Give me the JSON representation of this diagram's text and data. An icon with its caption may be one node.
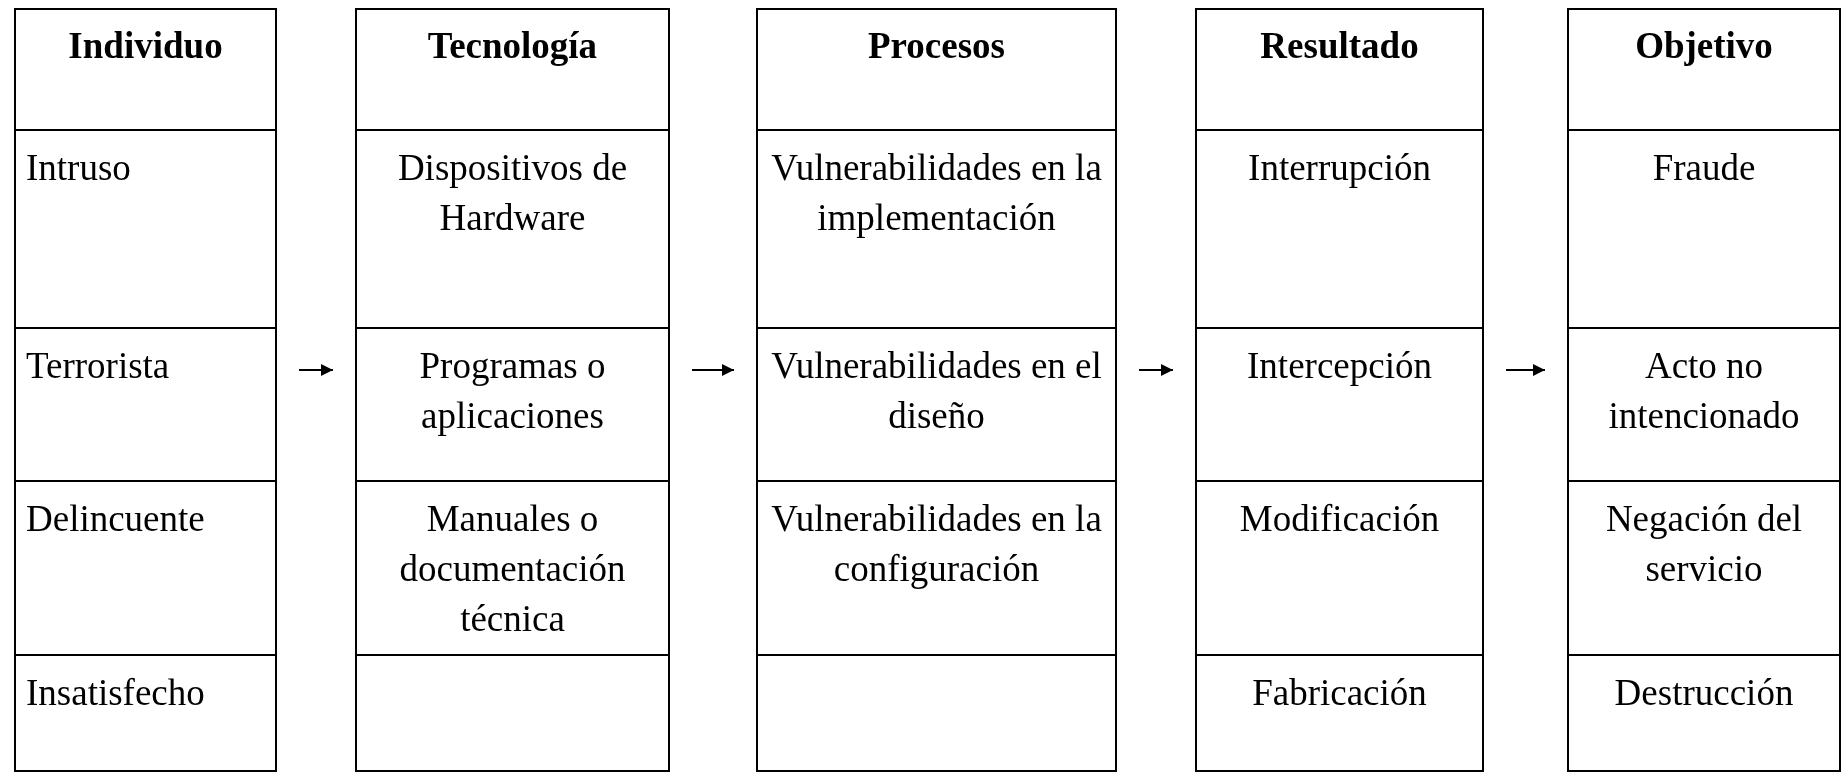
{
  "diagram": {
    "nodes": [
      {
        "text": [
          "Individuo"
        ]
      },
      {
        "text": [
          "Intruso"
        ],
        "in": 0
      },
      {
        "text": [
          "Terrorista"
        ],
        "in": 0
      },
      {
        "text": [
          "Delincuente"
        ],
        "in": 0
      },
      {
        "text": [
          "Insatisfecho"
        ],
        "in": 0
      },
      {
        "text": [
          "Tecnología"
        ]
      },
      {
        "text": [
          "Dispositivos de Hardware"
        ],
        "in": 5
      },
      {
        "text": [
          "Programas o aplicaciones"
        ],
        "in": 5
      },
      {
        "text": [
          "Manuales o documentación técnica"
        ],
        "in": 5
      },
      {
        "text": [],
        "shape": "box",
        "in": 5
      },
      {
        "text": [
          "Procesos"
        ]
      },
      {
        "text": [
          "Vulnerabilidades en la implementación"
        ],
        "in": 10
      },
      {
        "text": [
          "Vulnerabilidades en el diseño"
        ],
        "in": 10
      },
      {
        "text": [
          "Vulnerabilidades en la configuración"
        ],
        "in": 10
      },
      {
        "text": [],
        "shape": "box",
        "in": 10
      },
      {
        "text": [
          "Resultado"
        ]
      },
      {
        "text": [
          "Interrupción"
        ],
        "in": 15
      },
      {
        "text": [
          "Intercepción"
        ],
        "in": 15
      },
      {
        "text": [
          "Modificación"
        ],
        "in": 15
      },
      {
        "text": [
          "Fabricación"
        ],
        "in": 15
      },
      {
        "text": [
          "Objetivo"
        ]
      },
      {
        "text": [
          "Fraude"
        ],
        "in": 20
      },
      {
        "text": [
          "Acto no intencionado"
        ],
        "in": 20
      },
      {
        "text": [
          "Negación del servicio"
        ],
        "in": 20
      },
      {
        "text": [
          "Destrucción"
        ],
        "in": 20
      }
    ],
    "edges": [
      {
        "from": 0,
        "to": 5,
        "arrow": "to"
      },
      {
        "from": 5,
        "to": 10,
        "arrow": "to"
      },
      {
        "from": 10,
        "to": 15,
        "arrow": "to"
      },
      {
        "from": 15,
        "to": 20,
        "arrow": "to"
      }
    ]
  }
}
